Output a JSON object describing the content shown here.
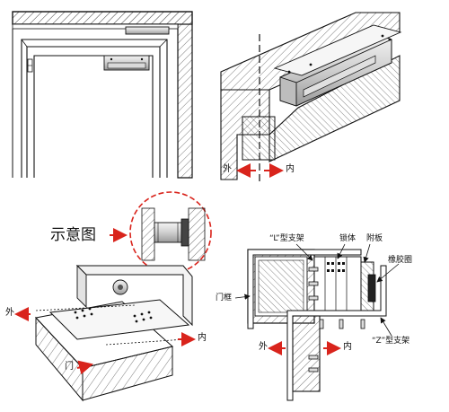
{
  "labels": {
    "outside_top": "外",
    "inside_top": "内",
    "illustration": "示意图",
    "outside_mid": "外",
    "inside_mid": "内",
    "door": "门",
    "l_bracket": "“L”型支架",
    "lock_body": "锁体",
    "armature_plate": "附板",
    "rubber_ring": "橡胶圈",
    "door_frame": "门框",
    "outside_right": "外",
    "inside_right": "内",
    "z_bracket": "“Z”型支架"
  },
  "colors": {
    "arrow": "#d9241c",
    "line": "#111111",
    "hatch": "#555555",
    "dash_circle": "#d9241c"
  }
}
